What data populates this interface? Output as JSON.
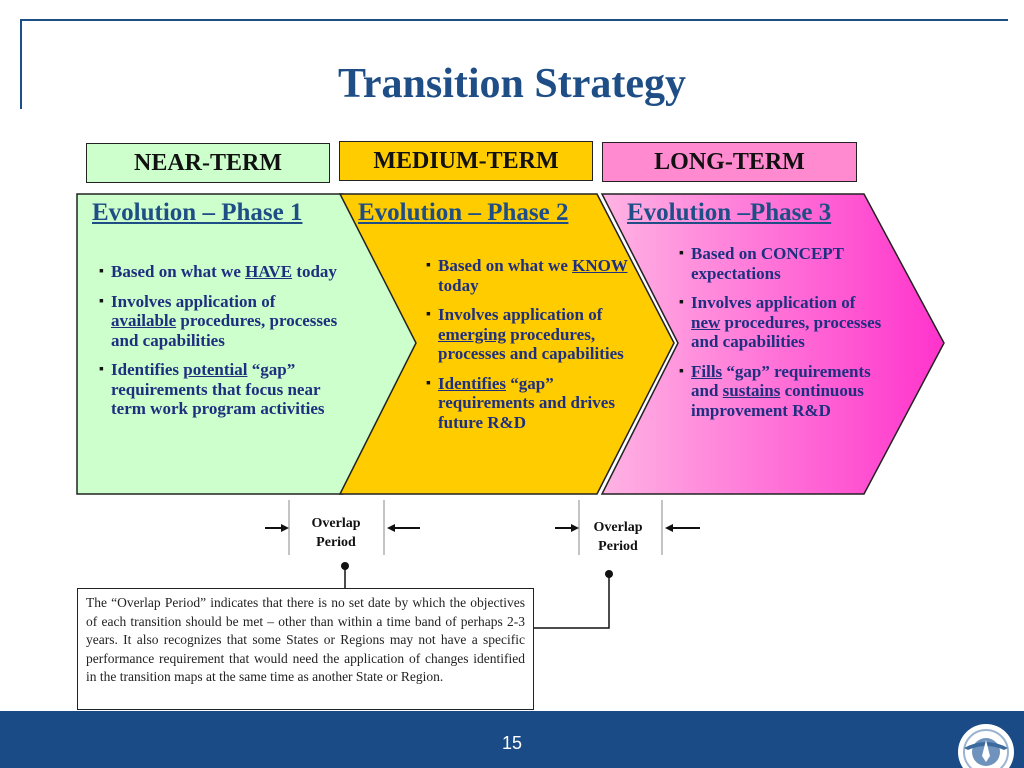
{
  "slide": {
    "title": "Transition Strategy",
    "page_number": "15"
  },
  "terms": [
    {
      "label": "NEAR-TERM",
      "color": "#ccffcc"
    },
    {
      "label": "MEDIUM-TERM",
      "color": "#ffcc00"
    },
    {
      "label": "LONG-TERM",
      "color": "#ff8acf"
    }
  ],
  "phases": [
    {
      "title": "Evolution – Phase 1",
      "fill": "#ccffcc",
      "bullets": [
        [
          "Based on what we ",
          {
            "u": "HAVE"
          },
          " today"
        ],
        [
          "Involves application of ",
          {
            "u": "available"
          },
          " procedures, processes and capabilities"
        ],
        [
          "Identifies ",
          {
            "u": "potential"
          },
          " “gap” requirements that focus near term work program activities"
        ]
      ]
    },
    {
      "title": "Evolution – Phase 2",
      "fill": "#ffcc00",
      "bullets": [
        [
          "Based on what we ",
          {
            "u": "KNOW"
          },
          " today"
        ],
        [
          "Involves application of ",
          {
            "u": "emerging"
          },
          " procedures, processes and capabilities"
        ],
        [
          " ",
          {
            "u": "Identifies"
          },
          " “gap” requirements and drives future R&D"
        ]
      ]
    },
    {
      "title": "Evolution –Phase 3",
      "fill": "#ff66cc",
      "bullets": [
        [
          "Based on CONCEPT expectations"
        ],
        [
          "Involves application of ",
          {
            "u": "new"
          },
          " procedures, processes and capabilities"
        ],
        [
          " ",
          {
            "u": "Fills"
          },
          " “gap” requirements and ",
          {
            "u": "sustains"
          },
          " continuous improvement R&D"
        ]
      ]
    }
  ],
  "overlaps": [
    {
      "line1": "Overlap",
      "line2": "Period"
    },
    {
      "line1": "Overlap",
      "line2": "Period"
    }
  ],
  "note": "The “Overlap Period” indicates that there is no set date by which the objectives of each transition should be met – other than within a time band of perhaps 2-3 years. It also recognizes that some States or Regions may not have a specific performance requirement that would need the application of changes identified in the transition maps at the same time as another State or Region.",
  "colors": {
    "accent_blue": "#1f4e86",
    "footer": "#1a4b86"
  },
  "logo_icon": "icao-emblem-icon"
}
